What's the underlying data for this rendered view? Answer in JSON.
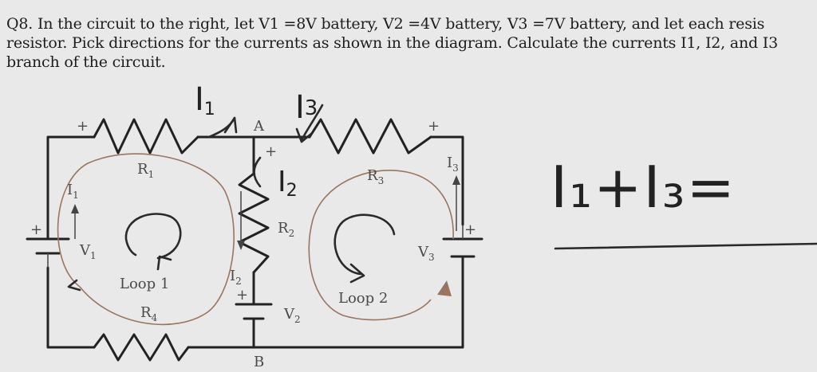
{
  "question": {
    "line1": "Q8. In the circuit to the right, let V1 =8V battery, V2 =4V battery, V3 =7V battery, and let each resis",
    "line2": "resistor. Pick directions for the currents as shown in the diagram. Calculate the currents I1, I2, and I3",
    "line3": "branch of the circuit."
  },
  "labels": {
    "node_a": "A",
    "node_b": "B",
    "r1": "R",
    "r1_sub": "1",
    "r2": "R",
    "r2_sub": "2",
    "r3": "R",
    "r3_sub": "3",
    "r4": "R",
    "r4_sub": "4",
    "v1": "V",
    "v1_sub": "1",
    "v2": "V",
    "v2_sub": "2",
    "v3": "V",
    "v3_sub": "3",
    "i1": "I",
    "i1_sub": "1",
    "i2": "I",
    "i2_sub": "2",
    "i3": "I",
    "i3_sub": "3",
    "loop1": "Loop 1",
    "loop2": "Loop 2",
    "plus": "+",
    "minus": "-"
  },
  "handwriting": {
    "i1": "I",
    "i1_sub": "1",
    "i2": "I",
    "i2_sub": "2",
    "i3": "I",
    "i3_sub": "3",
    "equation": "I₁+I₃=",
    "note_color": "#222222"
  }
}
